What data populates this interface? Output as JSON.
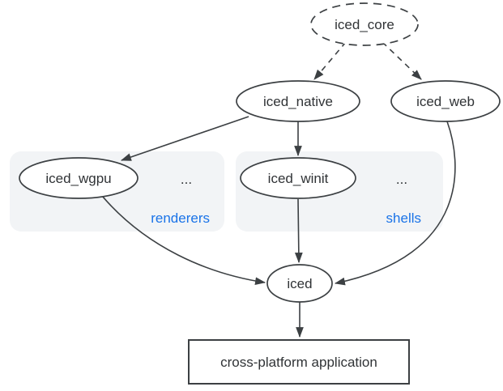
{
  "diagram": {
    "nodes": {
      "iced_core": {
        "label": "iced_core",
        "shape": "ellipse",
        "border": "dashed"
      },
      "iced_native": {
        "label": "iced_native",
        "shape": "ellipse",
        "border": "solid"
      },
      "iced_web": {
        "label": "iced_web",
        "shape": "ellipse",
        "border": "solid"
      },
      "iced_wgpu": {
        "label": "iced_wgpu",
        "shape": "ellipse",
        "border": "solid"
      },
      "iced_winit": {
        "label": "iced_winit",
        "shape": "ellipse",
        "border": "solid"
      },
      "iced": {
        "label": "iced",
        "shape": "ellipse",
        "border": "solid"
      },
      "cross_platform_application": {
        "label": "cross-platform application",
        "shape": "rect",
        "border": "solid"
      }
    },
    "groups": {
      "renderers": {
        "label": "renderers",
        "ellipsis": "..."
      },
      "shells": {
        "label": "shells",
        "ellipsis": "..."
      }
    },
    "edges": [
      {
        "from": "iced_core",
        "to": "iced_native",
        "style": "dashed"
      },
      {
        "from": "iced_core",
        "to": "iced_web",
        "style": "dashed"
      },
      {
        "from": "iced_native",
        "to": "iced_wgpu",
        "style": "solid"
      },
      {
        "from": "iced_native",
        "to": "iced_winit",
        "style": "solid"
      },
      {
        "from": "iced_wgpu",
        "to": "iced",
        "style": "solid"
      },
      {
        "from": "iced_winit",
        "to": "iced",
        "style": "solid"
      },
      {
        "from": "iced_web",
        "to": "iced",
        "style": "solid"
      },
      {
        "from": "iced",
        "to": "cross_platform_application",
        "style": "solid"
      }
    ]
  },
  "colors": {
    "background": "#ffffff",
    "edge": "#3c4043",
    "node_stroke": "#3c4043",
    "node_fill": "#ffffff",
    "text": "#303336",
    "group_fill": "#f2f4f6",
    "group_label": "#1a73e8"
  }
}
